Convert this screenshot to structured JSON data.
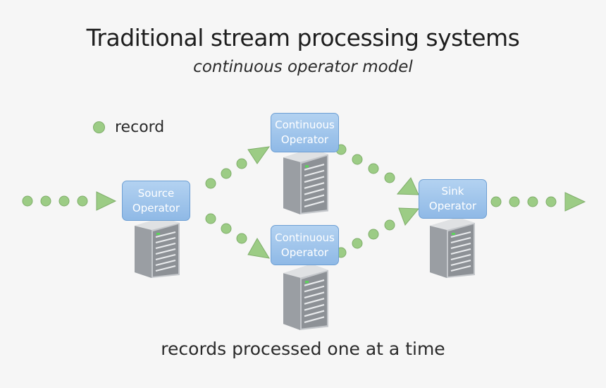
{
  "title": "Traditional stream processing systems",
  "subtitle": "continuous operator model",
  "legend": {
    "label": "record",
    "icon": "record-dot-icon"
  },
  "operators": {
    "source": "Source\nOperator",
    "continuous_top": "Continuous\nOperator",
    "continuous_bottom": "Continuous\nOperator",
    "sink": "Sink\nOperator"
  },
  "caption": "records processed one at a time",
  "colors": {
    "record": "#9ccc85",
    "operator": "#9bc2ec",
    "operator_border": "#6d9fd4",
    "background": "#f6f6f6"
  }
}
